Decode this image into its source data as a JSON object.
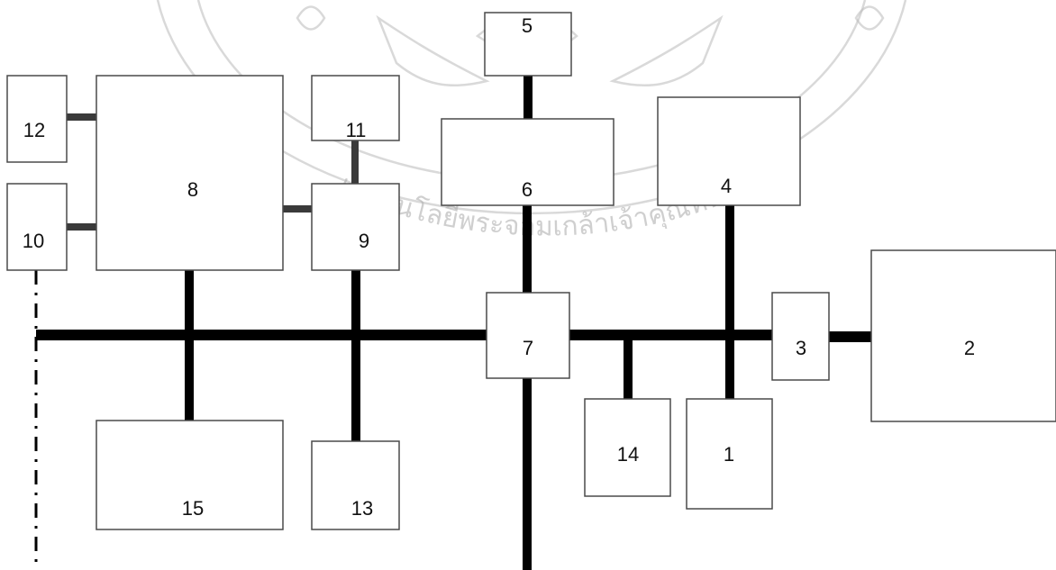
{
  "diagram": {
    "blocks": [
      {
        "id": "b1",
        "label": "1"
      },
      {
        "id": "b2",
        "label": "2"
      },
      {
        "id": "b3",
        "label": "3"
      },
      {
        "id": "b4",
        "label": "4"
      },
      {
        "id": "b5",
        "label": "5"
      },
      {
        "id": "b6",
        "label": "6"
      },
      {
        "id": "b7",
        "label": "7"
      },
      {
        "id": "b8",
        "label": "8"
      },
      {
        "id": "b9",
        "label": "9"
      },
      {
        "id": "b10",
        "label": "10"
      },
      {
        "id": "b11",
        "label": "11"
      },
      {
        "id": "b12",
        "label": "12"
      },
      {
        "id": "b13",
        "label": "13"
      },
      {
        "id": "b14",
        "label": "14"
      },
      {
        "id": "b15",
        "label": "15"
      }
    ]
  },
  "watermark": {
    "text": "เทคโนโลยีพระจอมเกล้าเจ้าคุณทหาร",
    "emblem_icon": "royal-seal-emblem-icon"
  }
}
